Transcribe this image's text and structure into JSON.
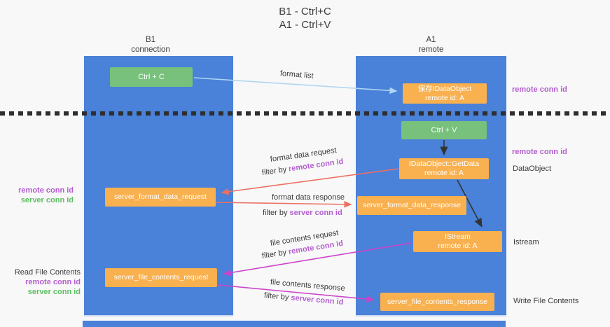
{
  "title": {
    "line1": "B1 - Ctrl+C",
    "line2": "A1 - Ctrl+V"
  },
  "lanes": {
    "left": {
      "name": "B1",
      "role": "connection"
    },
    "right": {
      "name": "A1",
      "role": "remote"
    }
  },
  "boxes": {
    "ctrl_c": {
      "label": "Ctrl + C"
    },
    "ctrl_v": {
      "label": "Ctrl + V"
    },
    "save_dataobject": {
      "line1": "保存IDataObject",
      "line2": "remote id: A"
    },
    "getdata": {
      "line1": "IDataObject::GetData",
      "line2": "remote id: A"
    },
    "istream": {
      "line1": "IStream",
      "line2": "remote id: A"
    },
    "server_format_data_request": {
      "label": "server_format_data_request"
    },
    "server_format_data_response": {
      "label": "server_format_data_response"
    },
    "server_file_contents_request": {
      "label": "server_file_contents_request"
    },
    "server_file_contents_response": {
      "label": "server_file_contents_response"
    }
  },
  "right_labels": {
    "remote_conn_id_top": "remote conn id",
    "remote_conn_id_mid": "remote conn id",
    "dataobject": "DataObject",
    "istream": "Istream",
    "write_file_contents": "Write File Contents"
  },
  "left_labels": {
    "group1": {
      "remote": "remote conn id",
      "server": "server conn id"
    },
    "group2": {
      "title": "Read File Contents",
      "remote": "remote conn id",
      "server": "server conn id"
    }
  },
  "arrows": {
    "format_list": {
      "label": "format list"
    },
    "format_request": {
      "label": "format data request",
      "filter_prefix": "filter by ",
      "filter_key": "remote conn id"
    },
    "format_response": {
      "label": "format data response",
      "filter_prefix": "filter by ",
      "filter_key": "server conn id"
    },
    "file_request": {
      "label": "file contents request",
      "filter_prefix": "filter by ",
      "filter_key": "remote conn id"
    },
    "file_response": {
      "label": "file contents response",
      "filter_prefix": "filter by ",
      "filter_key": "server conn id"
    }
  },
  "colors": {
    "background": "#f8f8f8",
    "lane_blue": "#4a81d9",
    "box_orange": "#f9b04e",
    "box_green": "#77c17c",
    "arrow_light_blue": "#aed6f1",
    "arrow_red": "#ec7063",
    "arrow_magenta": "#cc44cc",
    "arrow_black": "#333333",
    "divider_black": "#2e2e2e",
    "label_purple": "#b45fd0",
    "label_green": "#5fbf63",
    "text_dark": "#3a3a3a"
  }
}
